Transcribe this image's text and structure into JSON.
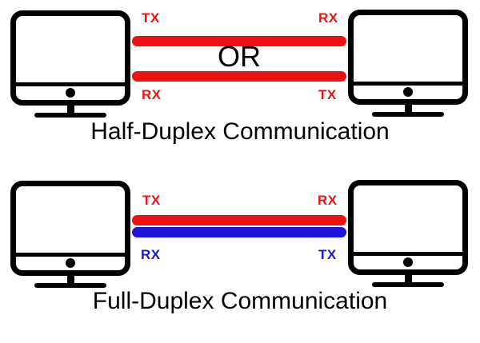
{
  "colors": {
    "red": "#EE1111",
    "blue": "#1D15D9",
    "black": "#000000",
    "background": "#FFFFFF"
  },
  "sections": [
    {
      "caption": "Half-Duplex Communication",
      "or_label": "OR",
      "left_icon": "computer-monitor-icon",
      "right_icon": "computer-monitor-icon",
      "links": [
        {
          "color_name": "red",
          "left_label": "TX",
          "right_label": "RX"
        },
        {
          "color_name": "red",
          "left_label": "RX",
          "right_label": "TX"
        }
      ]
    },
    {
      "caption": "Full-Duplex Communication",
      "left_icon": "computer-monitor-icon",
      "right_icon": "computer-monitor-icon",
      "links": [
        {
          "color_name": "red",
          "left_label": "TX",
          "right_label": "RX"
        },
        {
          "color_name": "blue",
          "left_label": "RX",
          "right_label": "TX"
        }
      ]
    }
  ]
}
